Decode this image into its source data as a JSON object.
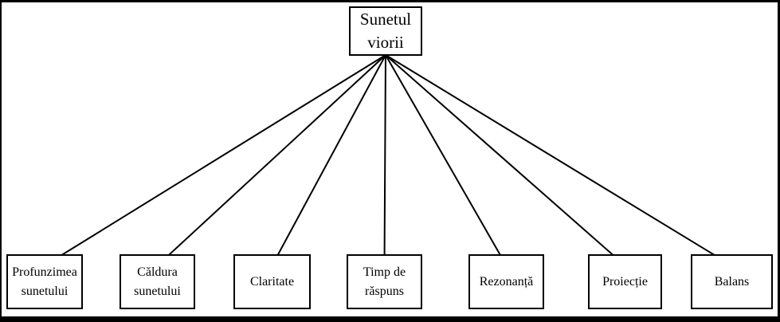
{
  "diagram": {
    "title": "Sunetul viorii",
    "root": {
      "label": "Sunetul viorii"
    },
    "children": [
      {
        "label": "Profunzimea sunetului"
      },
      {
        "label": "Căldura sunetului"
      },
      {
        "label": "Claritate"
      },
      {
        "label": "Timp de răspuns"
      },
      {
        "label": "Rezonanță"
      },
      {
        "label": "Proiecție"
      },
      {
        "label": "Balans"
      }
    ],
    "colors": {
      "background": "#ffffff",
      "line": "#000000",
      "border": "#000000",
      "text": "#000000"
    }
  }
}
